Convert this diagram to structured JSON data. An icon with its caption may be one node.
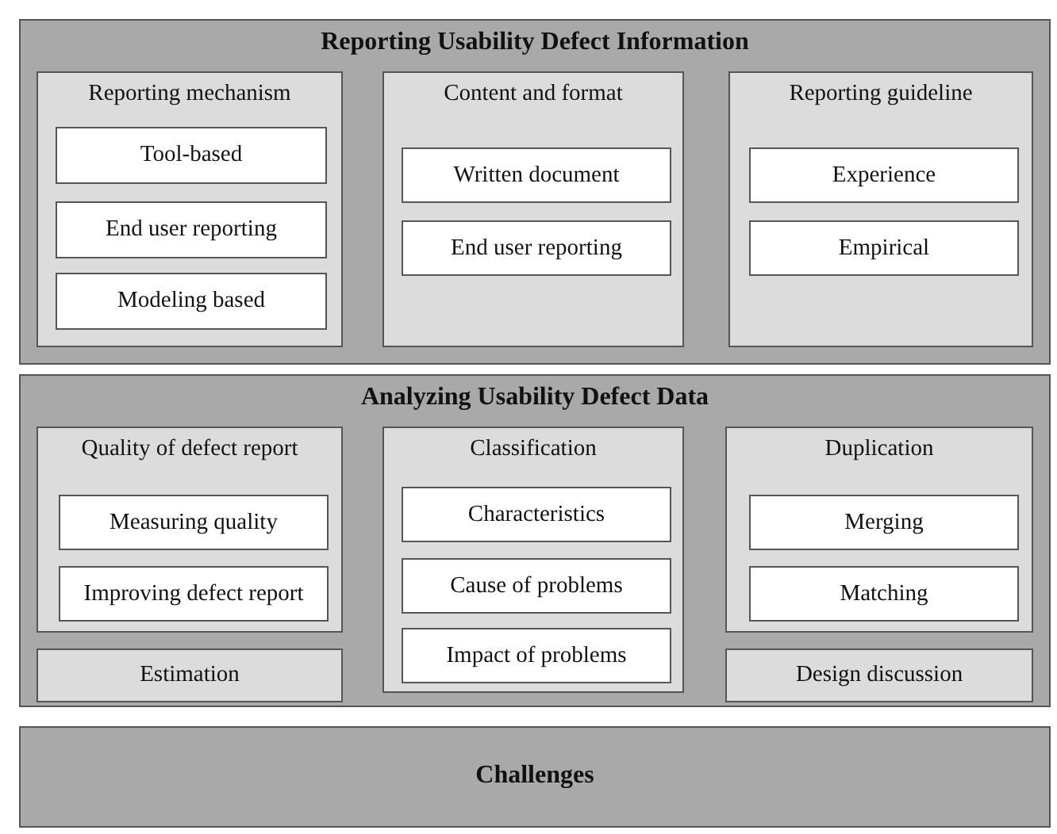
{
  "diagram": {
    "nodes": [
      {
        "text": [
          "Reporting Usability Defect Information"
        ]
      },
      {
        "text": [
          "Reporting mechanism"
        ],
        "in": 0
      },
      {
        "text": [
          "Tool-based"
        ],
        "in": 1
      },
      {
        "text": [
          "End user reporting"
        ],
        "in": 1
      },
      {
        "text": [
          "Modeling based"
        ],
        "in": 1
      },
      {
        "text": [
          "Content and format"
        ],
        "in": 0
      },
      {
        "text": [
          "Written document"
        ],
        "in": 5
      },
      {
        "text": [
          "End user reporting"
        ],
        "in": 5
      },
      {
        "text": [
          "Reporting guideline"
        ],
        "in": 0
      },
      {
        "text": [
          "Experience"
        ],
        "in": 8
      },
      {
        "text": [
          "Empirical"
        ],
        "in": 8
      },
      {
        "text": [
          "Analyzing Usability Defect Data"
        ]
      },
      {
        "text": [
          "Quality of defect report"
        ],
        "in": 11
      },
      {
        "text": [
          "Measuring quality"
        ],
        "in": 12
      },
      {
        "text": [
          "Improving defect report"
        ],
        "in": 12
      },
      {
        "text": [
          "Classification"
        ],
        "in": 11
      },
      {
        "text": [
          "Characteristics"
        ],
        "in": 15
      },
      {
        "text": [
          "Cause of problems"
        ],
        "in": 15
      },
      {
        "text": [
          "Impact of problems"
        ],
        "in": 15
      },
      {
        "text": [
          "Duplication"
        ],
        "in": 11
      },
      {
        "text": [
          "Merging"
        ],
        "in": 19
      },
      {
        "text": [
          "Matching"
        ],
        "in": 19
      },
      {
        "text": [
          "Estimation"
        ],
        "in": 11
      },
      {
        "text": [
          "Design discussion"
        ],
        "in": 11
      },
      {
        "text": [
          "Challenges"
        ]
      }
    ],
    "edges": []
  }
}
